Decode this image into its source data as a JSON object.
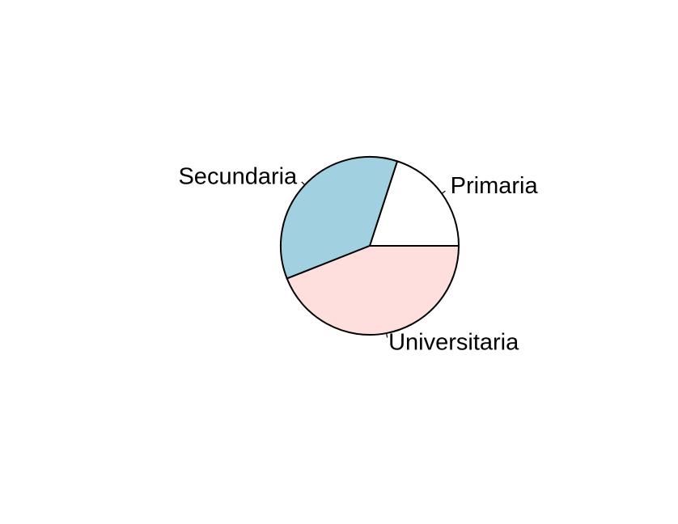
{
  "chart_data": {
    "type": "pie",
    "title": "",
    "categories": [
      "Primaria",
      "Secundaria",
      "Universitaria"
    ],
    "values": [
      20,
      36,
      44
    ],
    "colors": [
      "#FFFFFF",
      "#A1D0E1",
      "#FFDEDE"
    ],
    "direction": "counterclockwise",
    "start_angle_deg": 0,
    "legend": "none"
  }
}
